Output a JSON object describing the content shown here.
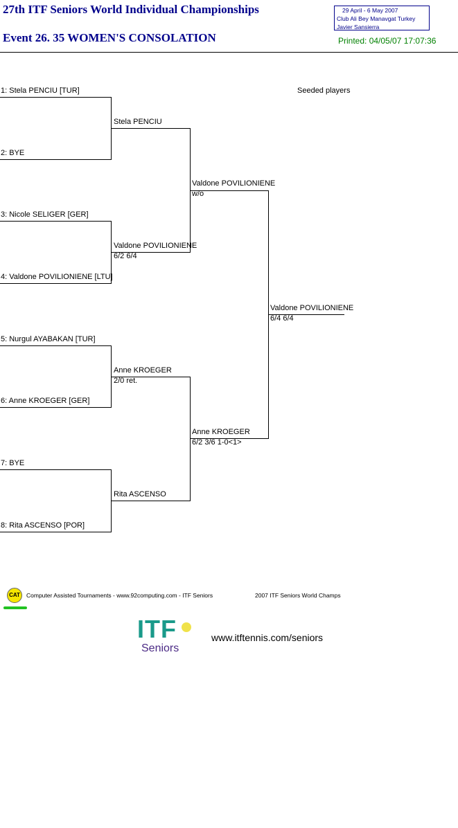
{
  "header": {
    "title": "27th ITF Seniors World Individual Championships",
    "event": "Event 26. 35 WOMEN'S CONSOLATION",
    "dates": "29 April - 6 May 2007",
    "venue": "Club Ali Bey Manavgat   Turkey",
    "referee": "Javier Sansierra",
    "printed": "Printed: 04/05/07 17:07:36"
  },
  "legend": "Seeded players",
  "draw": {
    "round1": [
      "1: Stela PENCIU [TUR]",
      "2: BYE",
      "3: Nicole SELIGER [GER]",
      "4: Valdone POVILIONIENE [LTU]",
      "5: Nurgul AYABAKAN [TUR]",
      "6: Anne KROEGER [GER]",
      "7: BYE",
      "8: Rita ASCENSO [POR]"
    ],
    "round2": [
      {
        "name": "Stela PENCIU",
        "score": ""
      },
      {
        "name": "Valdone POVILIONIENE",
        "score": "6/2 6/4"
      },
      {
        "name": "Anne KROEGER",
        "score": "2/0 ret."
      },
      {
        "name": "Rita ASCENSO",
        "score": ""
      }
    ],
    "semis": [
      {
        "name": "Valdone POVILIONIENE",
        "score": "w/o"
      },
      {
        "name": "Anne KROEGER",
        "score": "6/2 3/6 1-0<1>"
      }
    ],
    "final": {
      "name": "Valdone POVILIONIENE",
      "score": "6/4 6/4"
    }
  },
  "footer": {
    "cat_badge": "CAT",
    "software": "Computer Assisted Tournaments - www.92computing.com -  ITF Seniors",
    "event_short": "2007 ITF Seniors World Champs",
    "logo_text": "ITF",
    "logo_sub": "Seniors",
    "url": "www.itftennis.com/seniors"
  }
}
